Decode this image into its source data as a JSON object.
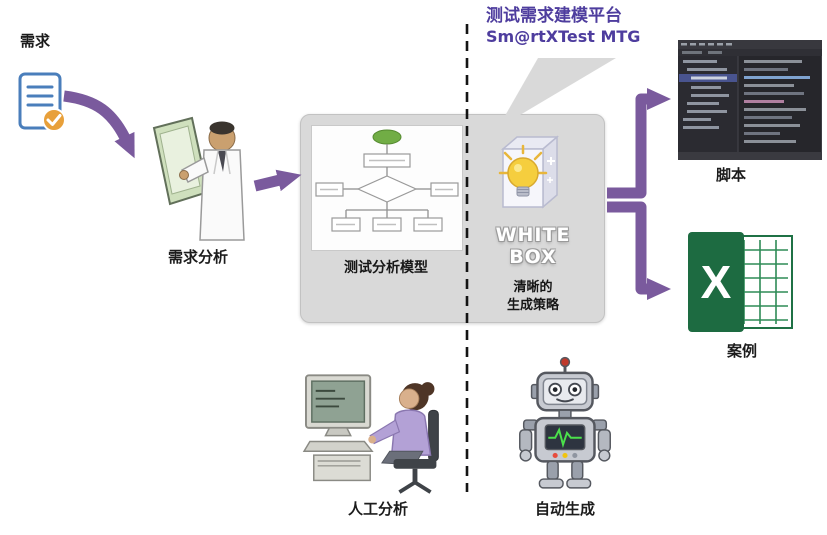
{
  "callout": {
    "title": "测试需求建模平台",
    "subtitle": "Sm@rtXTest MTG"
  },
  "nodes": {
    "requirement_label": "需求",
    "analysis_label": "需求分析",
    "model_label": "测试分析模型",
    "whitebox_line1": "WHITE",
    "whitebox_line2": "BOX",
    "strategy_line1": "清晰的",
    "strategy_line2": "生成策略",
    "script_label": "脚本",
    "case_label": "案例",
    "manual_label": "人工分析",
    "auto_label": "自动生成",
    "excel_letter": "X"
  },
  "icons": {
    "requirement-document-icon": "document-with-check",
    "analyst-icon": "person-holding-clipboard",
    "flowchart-thumbnail": "test-analysis-flowchart",
    "lightbulb-box-icon": "lightbulb-in-glass-box",
    "script-screenshot": "dark-code-editor",
    "excel-icon": "spreadsheet-with-x",
    "computer-user-icon": "person-at-computer",
    "robot-icon": "robot"
  },
  "colors": {
    "arrow_purple": "#7a5a9d",
    "callout_text": "#4e3d9e",
    "panel_gray": "#d9d9d9",
    "excel_green": "#1d6b41",
    "document_blue": "#4a7ebb",
    "check_orange": "#e8a03a",
    "bulb_yellow": "#f5ce3e"
  }
}
